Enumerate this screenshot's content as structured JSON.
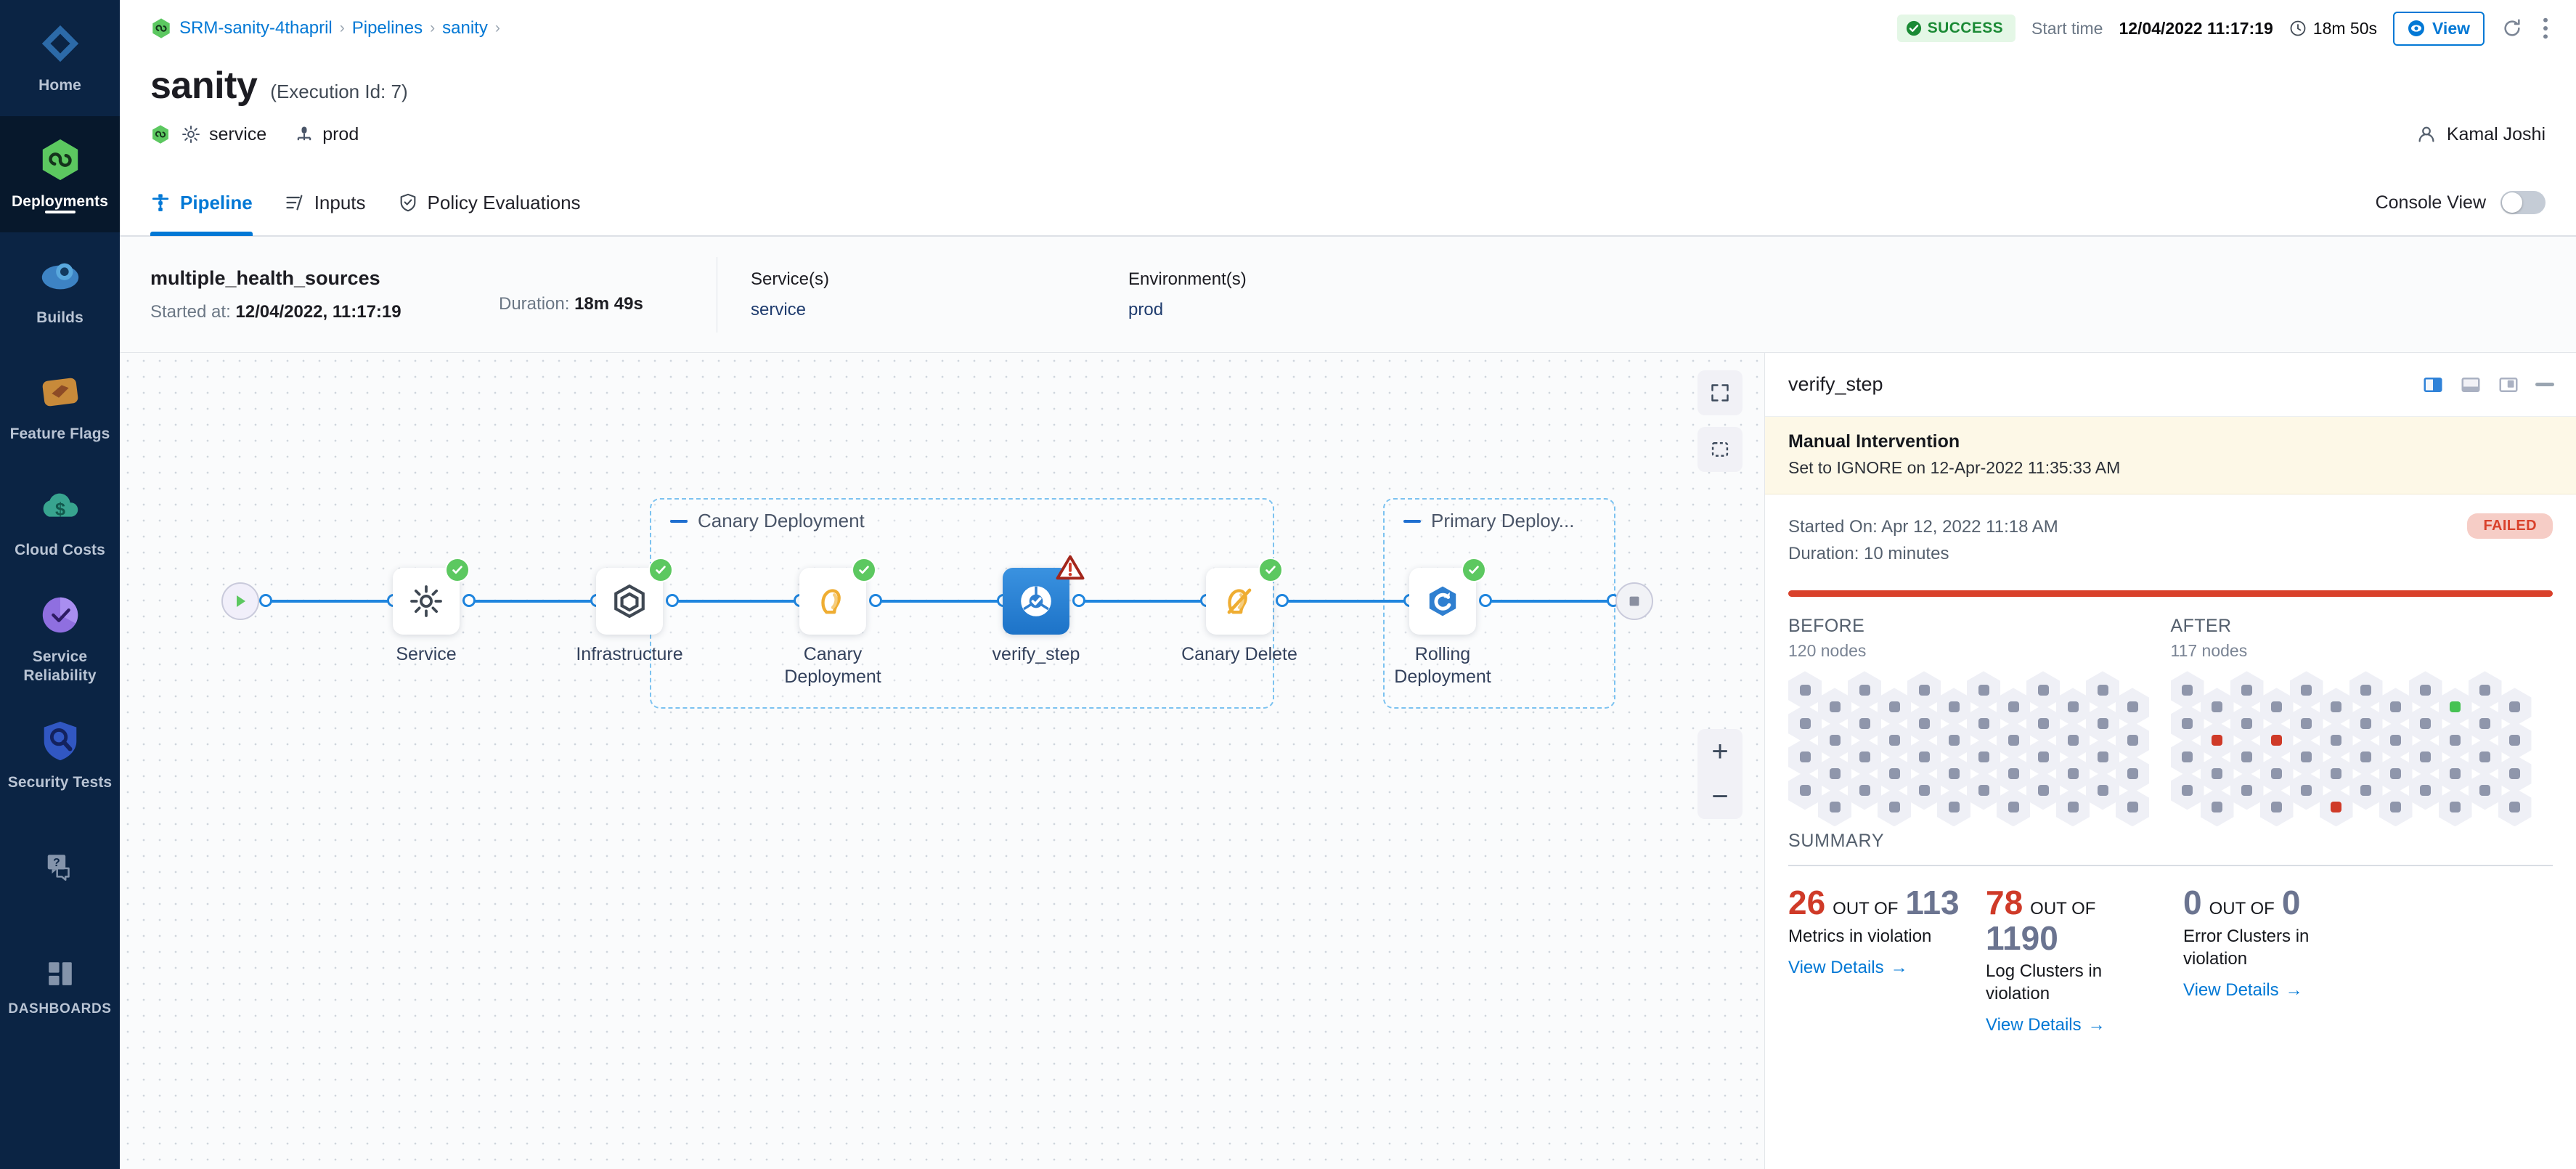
{
  "sidebar": {
    "items": [
      {
        "label": "Home",
        "icon": "home-diamond-icon",
        "active": false
      },
      {
        "label": "Deployments",
        "icon": "deployments-infinity-icon",
        "active": true
      },
      {
        "label": "Builds",
        "icon": "builds-icon",
        "active": false
      },
      {
        "label": "Feature Flags",
        "icon": "feature-flags-icon",
        "active": false
      },
      {
        "label": "Cloud Costs",
        "icon": "cloud-costs-icon",
        "active": false
      },
      {
        "label": "Service Reliability",
        "icon": "service-reliability-icon",
        "active": false
      },
      {
        "label": "Security Tests",
        "icon": "security-tests-shield-icon",
        "active": false
      },
      {
        "label": "",
        "icon": "help-chat-icon",
        "active": false
      },
      {
        "label": "DASHBOARDS",
        "icon": "dashboards-grid-icon",
        "active": false
      }
    ]
  },
  "topbar": {
    "breadcrumb": [
      {
        "label": "SRM-sanity-4thapril",
        "icon": "project-infinity-icon"
      },
      {
        "label": "Pipelines"
      },
      {
        "label": "sanity"
      }
    ],
    "separator": "›",
    "status": "SUCCESS",
    "start_time_label": "Start time",
    "start_time_value": "12/04/2022 11:17:19",
    "duration": "18m 50s",
    "view_button": "View",
    "refresh_icon": "refresh-icon",
    "more_icon": "more-vertical-icon"
  },
  "header": {
    "title": "sanity",
    "execution_id": "(Execution Id: 7)",
    "service_chip": "service",
    "env_chip": "prod",
    "user": "Kamal Joshi"
  },
  "tabs": {
    "items": [
      {
        "label": "Pipeline",
        "icon": "pipeline-icon",
        "active": true
      },
      {
        "label": "Inputs",
        "icon": "inputs-icon",
        "active": false
      },
      {
        "label": "Policy Evaluations",
        "icon": "policy-shield-icon",
        "active": false
      }
    ],
    "console_view_label": "Console View",
    "console_view_on": false
  },
  "exec_strip": {
    "stage_name": "multiple_health_sources",
    "started_at_label": "Started at:",
    "started_at_value": "12/04/2022, 11:17:19",
    "duration_label": "Duration:",
    "duration_value": "18m 49s",
    "services_label": "Service(s)",
    "services_value": "service",
    "environments_label": "Environment(s)",
    "environments_value": "prod"
  },
  "pipeline": {
    "groups": [
      {
        "label": "Canary Deployment",
        "collapse_icon": "collapse-dash-icon"
      },
      {
        "label": "Primary Deploy...",
        "collapse_icon": "collapse-dash-icon"
      }
    ],
    "nodes": [
      {
        "label": "Service",
        "icon": "gear-icon",
        "status": "success",
        "selected": false
      },
      {
        "label": "Infrastructure",
        "icon": "hexagon-infra-icon",
        "status": "success",
        "selected": false
      },
      {
        "label": "Canary Deployment",
        "icon": "canary-bird-icon",
        "status": "success",
        "selected": false
      },
      {
        "label": "verify_step",
        "icon": "verify-icon",
        "status": "warning",
        "selected": true
      },
      {
        "label": "Canary Delete",
        "icon": "canary-delete-icon",
        "status": "success",
        "selected": false
      },
      {
        "label": "Rolling Deployment",
        "icon": "rolling-deployment-icon",
        "status": "success",
        "selected": false
      }
    ],
    "zoom_in": "+",
    "zoom_out": "−",
    "tools": {
      "fullscreen": "fullscreen-icon",
      "fit": "fit-to-screen-icon"
    }
  },
  "panel": {
    "title": "verify_step",
    "view_icons": [
      "split-view-icon",
      "bottom-view-icon",
      "right-view-icon"
    ],
    "minimize_icon": "minimize-icon",
    "banner": {
      "title": "Manual Intervention",
      "subtitle": "Set to IGNORE on 12-Apr-2022 11:35:33 AM"
    },
    "run": {
      "started_on": "Started On: Apr 12, 2022 11:18 AM",
      "duration": "Duration: 10 minutes",
      "status": "FAILED"
    },
    "nodes": {
      "before_label": "BEFORE",
      "before_count": "120 nodes",
      "after_label": "AFTER",
      "after_count": "117 nodes"
    },
    "summary_label": "SUMMARY",
    "stats": [
      {
        "value": "26",
        "value_color": "red",
        "out_of": "OUT OF",
        "total": "113",
        "total_color": "grey",
        "description": "Metrics in violation",
        "link": "View Details"
      },
      {
        "value": "78",
        "value_color": "red",
        "out_of": "OUT OF",
        "total": "1190",
        "total_color": "grey",
        "description": "Log Clusters in violation",
        "link": "View Details"
      },
      {
        "value": "0",
        "value_color": "grey",
        "out_of": "OUT OF",
        "total": "0",
        "total_color": "grey",
        "description": "Error Clusters in violation",
        "link": "View Details"
      }
    ],
    "link_arrow": "→"
  },
  "colors": {
    "accent": "#0278d5",
    "success": "#5cc860",
    "failed": "#d9412b",
    "sidebar_bg": "#0b2444",
    "warning_banner": "#fdf8e7"
  }
}
